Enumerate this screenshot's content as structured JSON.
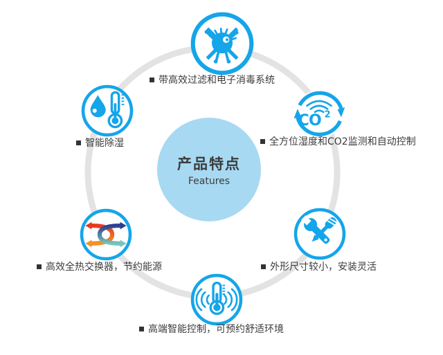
{
  "title": {
    "zh": "产品特点",
    "en": "Features"
  },
  "colors": {
    "icon_blue": "#15A5E9",
    "center_blue": "#A8D9F2",
    "ring_gray": "#E3E3E3",
    "text_dark": "#3C3C3C"
  },
  "exchanger_colors": {
    "red": "#E8381F",
    "orange": "#F1932C",
    "navy": "#2E3E90",
    "teal": "#76C5BC"
  },
  "co2_icon_text": {
    "main": "CO",
    "sup": "2"
  },
  "features": [
    {
      "position": "top",
      "icon": "germ-prohibition-icon",
      "label": "带高效过滤和电子消毒系统"
    },
    {
      "position": "right",
      "icon": "co2-monitor-icon",
      "label": "全方位湿度和CO2监测和自动控制"
    },
    {
      "position": "bottom-right",
      "icon": "wrench-screwdriver-icon",
      "label": "外形尺寸较小，安装灵活"
    },
    {
      "position": "bottom",
      "icon": "smart-thermostat-icon",
      "label": "高端智能控制，可预约舒适环境"
    },
    {
      "position": "bottom-left",
      "icon": "heat-exchanger-icon",
      "label": "高效全热交换器，节约能源"
    },
    {
      "position": "left",
      "icon": "dehumidify-icon",
      "label": "智能除湿"
    }
  ]
}
